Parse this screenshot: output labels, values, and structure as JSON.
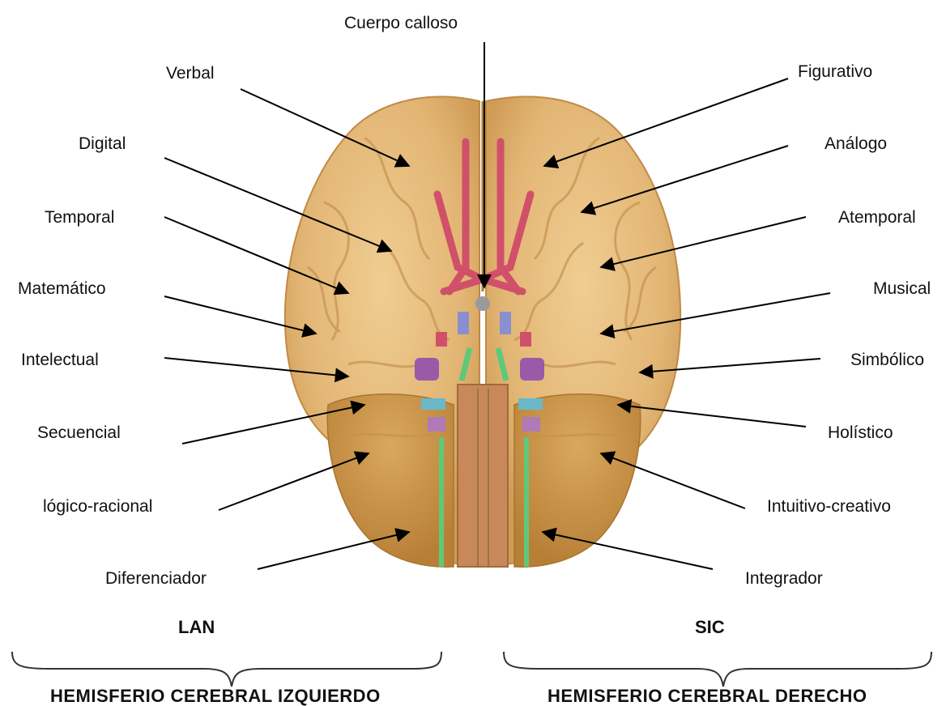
{
  "top_label": "Cuerpo calloso",
  "left_labels": [
    "Verbal",
    "Digital",
    "Temporal",
    "Matemático",
    "Intelectual",
    "Secuencial",
    "lógico-racional",
    "Diferenciador"
  ],
  "right_labels": [
    "Figurativo",
    "Análogo",
    "Atemporal",
    "Musical",
    "Simbólico",
    "Holístico",
    "Intuitivo-creativo",
    "Integrador"
  ],
  "left_code": "LAN",
  "right_code": "SIC",
  "left_hemisphere": "HEMISFERIO CEREBRAL IZQUIERDO",
  "right_hemisphere": "HEMISFERIO CEREBRAL DERECHO",
  "colors": {
    "brain": "#e3b879",
    "brain_dark": "#c99a55",
    "cerebellum": "#c8923f",
    "arteries": "#d0506a",
    "nerves_green": "#5fc87a",
    "nerves_purple": "#9a5aa8",
    "brainstem": "#c9885a"
  }
}
